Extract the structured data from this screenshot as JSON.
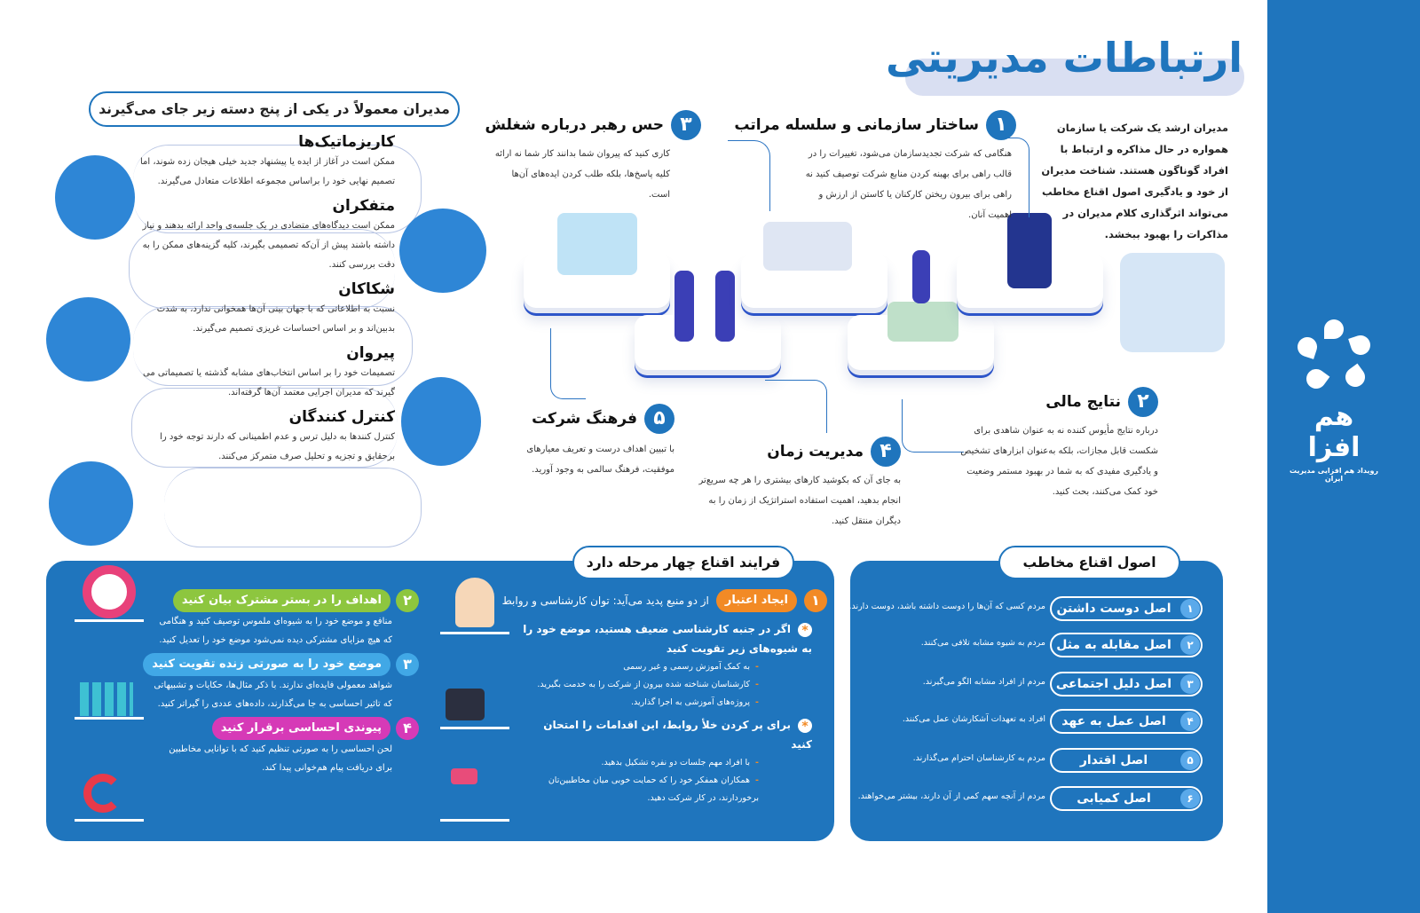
{
  "title": "ارتباطات مدیریتی",
  "intro": "مدیران ارشد یک شرکت یا سازمان همواره در حال مذاکره و ارتباط با افراد گوناگون هستند. شناخت مدیران از خود و یادگیری اصول اقناع مخاطب می‌تواند اثرگذاری کلام مدیران در مذاکرات را بهبود ببخشد.",
  "logo": {
    "name": "هم افزا",
    "tagline": "رویداد هم افزایی مدیریت ایران"
  },
  "items": [
    {
      "num": "۱",
      "title": "ساختار سازمانی و سلسله مراتب",
      "text": "هنگامی که شرکت تجدیدسازمان می‌شود، تغییرات را در قالب راهی برای بهینه کردن منابع شرکت توصیف کنید نه راهی برای بیرون ریختن کارکنان یا کاستن از ارزش و اهمیت آنان."
    },
    {
      "num": "۲",
      "title": "نتایج مالی",
      "text": "درباره نتایج مأیوس کننده نه به عنوان شاهدی برای شکست قابل مجازات، بلکه به‌عنوان ابزارهای تشخیص و یادگیری مفیدی که به شما در بهبود مستمر وضعیت خود کمک می‌کنند، بحث کنید."
    },
    {
      "num": "۳",
      "title": "حس رهبر درباره شغلش",
      "text": "کاری کنید که پیروان شما بدانند کار شما نه ارائه کلیه پاسخ‌ها، بلکه طلب کردن ایده‌های آن‌ها است."
    },
    {
      "num": "۴",
      "title": "مدیریت زمان",
      "text": "به جای آن که بکوشید کارهای بیشتری را  هر چه سریع‌تر انجام بدهید، اهمیت استفاده استراتژیک از زمان را به دیگران منتقل کنید."
    },
    {
      "num": "۵",
      "title": "فرهنگ شرکت",
      "text": "با تبیین اهداف درست و تعریف معیارهای موفقیت، فرهنگ سالمی به وجود آورید."
    }
  ],
  "manager_types": {
    "header": "مدیران معمولاً در یکی از پنج دسته زیر جای می‌گیرند",
    "types": [
      {
        "title": "کاریزماتیک‌ها",
        "text": "ممکن است در آغاز از ایده یا پیشنهاد جدید خیلی هیجان زده شوند، اما تصمیم نهایی خود را براساس مجموعه اطلاعات متعادل می‌گیرند."
      },
      {
        "title": "متفکران",
        "text": "ممکن است دیدگاه‌های متضادی در یک جلسه‌ی واحد ارائه بدهند و نیاز داشته باشند پیش از آن‌که تصمیمی بگیرند، کلیه گزینه‌های ممکن را به دقت بررسی کنند."
      },
      {
        "title": "شکاکان",
        "text": "نسبت به اطلاعاتی که با جهان بینی آن‌ها همخوانی ندارد، به شدت بدبین‌اند و بر اساس احساسات غریزی تصمیم می‌گیرند."
      },
      {
        "title": "پیروان",
        "text": "تصمیمات خود را بر اساس انتخاب‌های مشابه گذشته یا تصمیماتی می گیرند که مدیران اجرایی معتمد آن‌ها گرفته‌اند."
      },
      {
        "title": "کنترل کنندگان",
        "text": "کنترل کنندها به دلیل ترس و عدم اطمینانی که دارند توجه خود را برحقایق و تجزیه و تحلیل صرف متمرکز می‌کنند."
      }
    ]
  },
  "process": {
    "header": "فرایند اقناع چهار مرحله دارد",
    "step1": {
      "num": "۱",
      "badge": "ایجاد اعتبار",
      "text": "از دو منبع پدید می‌آید: توان کارشناسی و روابط",
      "groups": [
        {
          "title": "اگر در جنبه کارشناسی ضعیف هستید، موضع خود را به شیوه‌های زیر تقویت کنید",
          "bullets": [
            "به کمک آموزش رسمی و غیر رسمی",
            "کارشناسان شناخته شده بیرون از شرکت را به خدمت بگیرید.",
            "پروژه‌های آموزشی به اجرا گذارید."
          ]
        },
        {
          "title": "برای پر کردن خلأ روابط، این اقدامات را امتحان کنید",
          "bullets": [
            "با افراد مهم جلسات دو نفره تشکیل بدهید.",
            "همکاران همفکر خود را که حمایت خوبی میان مخاطبین‌تان برخوردارند، در کار شرکت دهید."
          ]
        }
      ]
    },
    "steps": [
      {
        "num": "۲",
        "badge": "اهداف را در بستر مشترک بیان کنید",
        "color": "#8dc63f",
        "text": "منافع و موضع خود را به شیوه‌ای ملموس توصیف کنید و هنگامی که هیچ مزایای مشترکی دیده نمی‌شود موضع خود را تعدیل کنید."
      },
      {
        "num": "۳",
        "badge": "موضع خود را به صورتی زنده تقویت کنید",
        "color": "#41a8e6",
        "text": "شواهد معمولی فایده‌ای ندارند. با ذکر مثال‌ها، حکایات و تشبیهاتی که تاثیر احساسی به جا می‌گذارند، داده‌های عددی را گیراتر کنید."
      },
      {
        "num": "۴",
        "badge": "پیوندی احساسی برقرار کنید",
        "color": "#d63ab7",
        "text": "لحن احساسی را به صورتی تنظیم کنید که با توانایی مخاطبین برای دریافت پیام هم‌خوانی پیدا کند."
      }
    ]
  },
  "principles": {
    "header": "اصول اقناع مخاطب",
    "items": [
      {
        "num": "۱",
        "title": "اصل دوست داشتن",
        "text": "مردم کسی که آن‌ها را دوست داشته باشد، دوست دارند."
      },
      {
        "num": "۲",
        "title": "اصل مقابله به مثل",
        "text": "مردم به شیوه مشابه تلافی می‌کنند."
      },
      {
        "num": "۳",
        "title": "اصل دلیل اجتماعی",
        "text": "مردم از افراد مشابه الگو می‌گیرند."
      },
      {
        "num": "۴",
        "title": "اصل عمل به عهد",
        "text": "افراد به تعهدات آشکارشان عمل می‌کنند."
      },
      {
        "num": "۵",
        "title": "اصل اقتدار",
        "text": "مردم به کارشناسان احترام می‌گذارند."
      },
      {
        "num": "۶",
        "title": "اصل کمیابی",
        "text": "مردم از آنچه سهم کمی از آن دارند، بیشتر می‌خواهند."
      }
    ]
  },
  "colors": {
    "brand": "#1f75bd",
    "orange": "#f28a25",
    "green": "#8dc63f",
    "sky": "#41a8e6",
    "magenta": "#d63ab7"
  }
}
